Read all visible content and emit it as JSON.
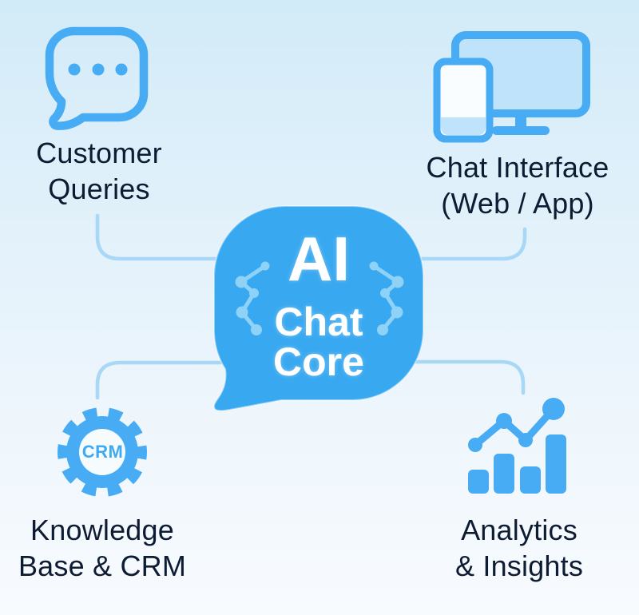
{
  "diagram_title": "AI Chat Core",
  "center": {
    "line1": "AI",
    "line2": "Chat",
    "line3": "Core",
    "icon": "chat-bubble-with-circuit-nodes"
  },
  "nodes": {
    "customer_queries": {
      "line1": "Customer",
      "line2": "Queries",
      "icon": "speech-bubble-dots-icon",
      "position": "top-left"
    },
    "chat_interface": {
      "line1": "Chat Interface",
      "line2": "(Web / App)",
      "icon": "monitor-and-phone-icon",
      "position": "top-right"
    },
    "knowledge_base": {
      "line1": "Knowledge",
      "line2": "Base & CRM",
      "badge": "CRM",
      "icon": "gear-crm-icon",
      "position": "bottom-left"
    },
    "analytics": {
      "line1": "Analytics",
      "line2": "& Insights",
      "icon": "bar-chart-trend-icon",
      "position": "bottom-right"
    }
  },
  "connections": [
    "customer_queries — ai-chat-core",
    "chat_interface — ai-chat-core",
    "knowledge_base — ai-chat-core",
    "analytics — ai-chat-core"
  ],
  "colors": {
    "accent_blue": "#38a8f0",
    "icon_blue": "#47acf4",
    "icon_fill_light": "#bee3fa",
    "circuit_node_light": "#8fd2f8",
    "connector_line": "#a8d8f5",
    "label_text": "#0e1c33",
    "center_text": "#ffffff",
    "crm_text": "#3fa9f2",
    "background_top": "#d2ebf8",
    "background_bottom": "#f8fbfe"
  }
}
